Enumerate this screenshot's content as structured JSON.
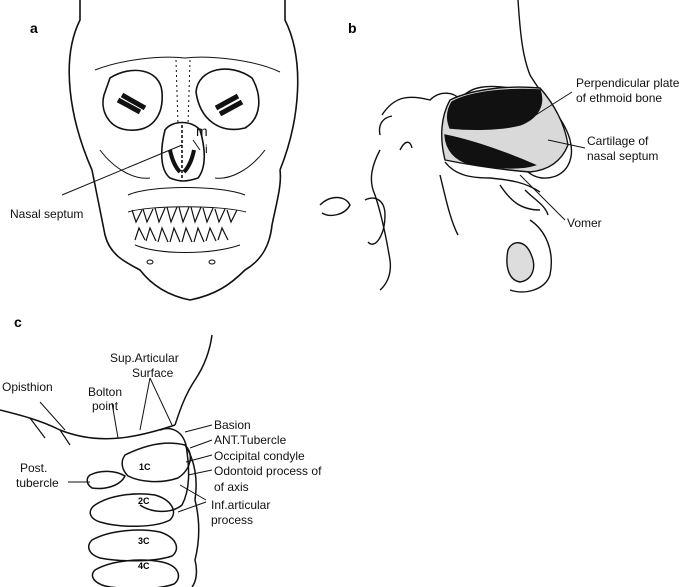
{
  "panels": {
    "a": {
      "letter": "a",
      "label_nasal_septum": "Nasal septum",
      "label_m": "m",
      "label_i": "i"
    },
    "b": {
      "letter": "b",
      "label_ethmoid_line1": "Perpendicular plate",
      "label_ethmoid_line2": "of ethmoid bone",
      "label_cartilage_line1": "Cartilage of",
      "label_cartilage_line2": "nasal septum",
      "label_vomer": "Vomer"
    },
    "c": {
      "letter": "c",
      "label_sup_articular_line1": "Sup.Articular",
      "label_sup_articular_line2": "Surface",
      "label_opisthion": "Opisthion",
      "label_bolton_line1": "Bolton",
      "label_bolton_line2": "point",
      "label_basion": "Basion",
      "label_ant_tubercle": "ANT.Tubercle",
      "label_occipital_condyle": "Occipital condyle",
      "label_odontoid_line1": "Odontoid process of",
      "label_odontoid_line2": "of axis",
      "label_post_tubercle_line1": "Post.",
      "label_post_tubercle_line2": "tubercle",
      "label_inf_articular_line1": "Inf.articular",
      "label_inf_articular_line2": "process",
      "vertebra_1c": "1C",
      "vertebra_2c": "2C",
      "vertebra_3c": "3C",
      "vertebra_4c": "4C"
    }
  }
}
